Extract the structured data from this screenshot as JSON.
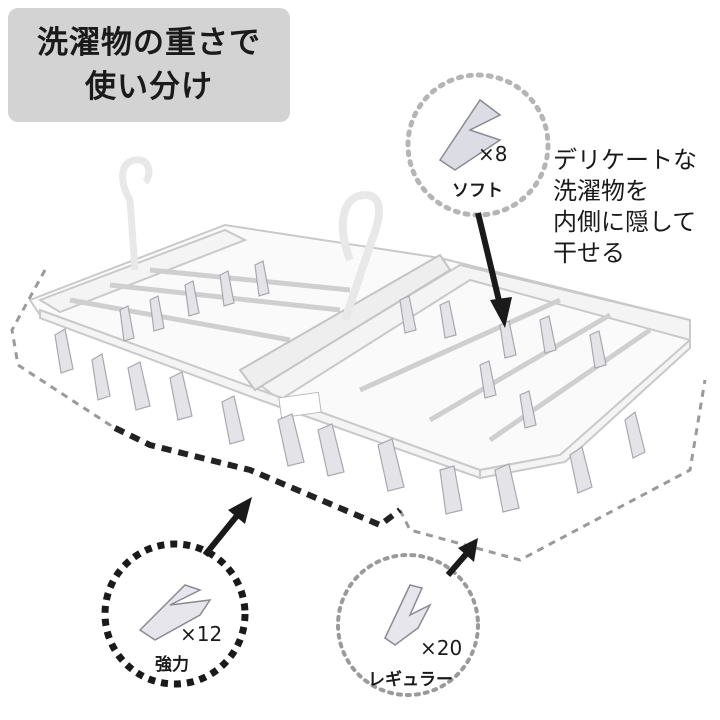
{
  "title": {
    "line1": "洗濯物の重さで",
    "line2": "使い分け"
  },
  "note": {
    "lines": [
      "デリケートな",
      "洗濯物を",
      "内側に隠して",
      "干せる"
    ]
  },
  "clips": {
    "soft": {
      "label": "ソフト",
      "count": "×8"
    },
    "strong": {
      "label": "強力",
      "count": "×12"
    },
    "regular": {
      "label": "レギュラー",
      "count": "×20"
    }
  },
  "colors": {
    "title_bg": "#d3d3d3",
    "hanger": "#f2f2f2",
    "clip": "#e6e6ea",
    "dark_dash": "#222222",
    "light_dash": "#9a9a9a"
  }
}
